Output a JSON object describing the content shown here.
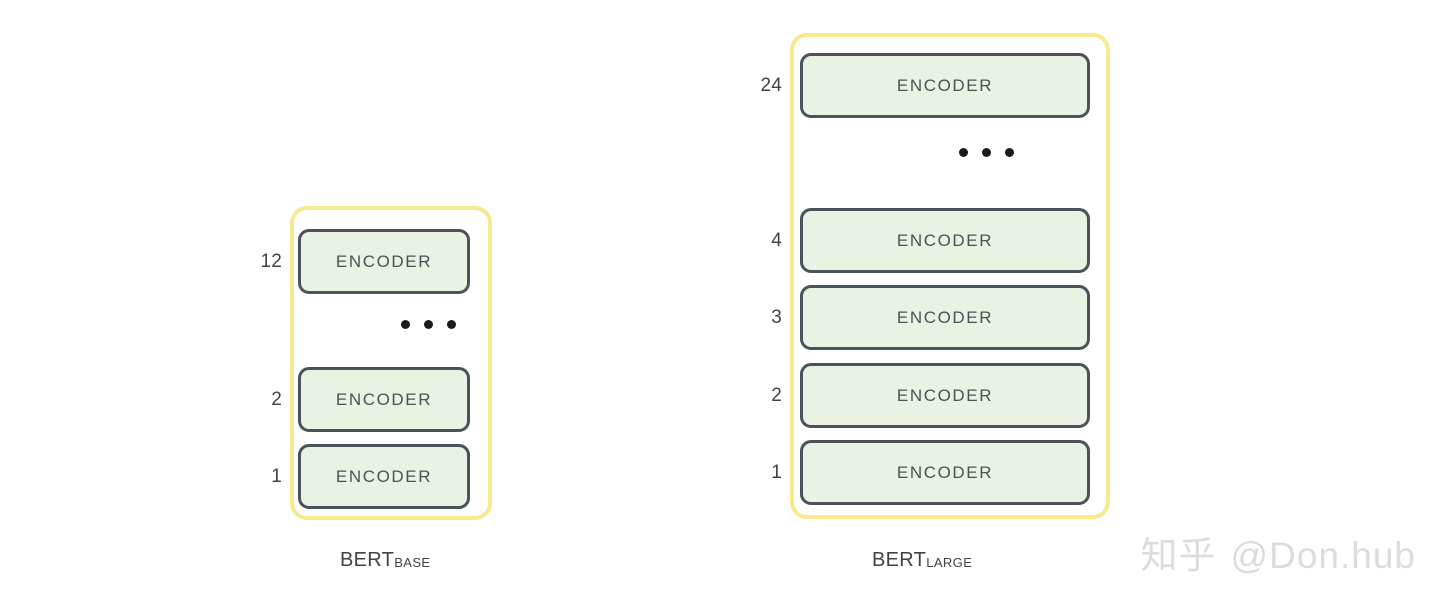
{
  "diagram": {
    "background_color": "#ffffff",
    "accent_yellow": "#f8e98c",
    "encoder_fill": "#e9f2e3",
    "encoder_border": "#4a5458",
    "text_color": "#4a5356",
    "number_color": "#3d4448",
    "dot_color": "#1b1b1b"
  },
  "stacks": [
    {
      "id": "bert-base",
      "caption_main": "BERT",
      "caption_sub": "BASE",
      "total_layers": 12,
      "layers": [
        {
          "number": "12",
          "label": "ENCODER"
        },
        {
          "number": "2",
          "label": "ENCODER"
        },
        {
          "number": "1",
          "label": "ENCODER"
        }
      ],
      "ellipsis_after_index": 0,
      "ellipsis_dots": 3
    },
    {
      "id": "bert-large",
      "caption_main": "BERT",
      "caption_sub": "LARGE",
      "total_layers": 24,
      "layers": [
        {
          "number": "24",
          "label": "ENCODER"
        },
        {
          "number": "4",
          "label": "ENCODER"
        },
        {
          "number": "3",
          "label": "ENCODER"
        },
        {
          "number": "2",
          "label": "ENCODER"
        },
        {
          "number": "1",
          "label": "ENCODER"
        }
      ],
      "ellipsis_after_index": 0,
      "ellipsis_dots": 3
    }
  ],
  "watermark": {
    "site": "知乎",
    "handle": "@Don.hub"
  }
}
